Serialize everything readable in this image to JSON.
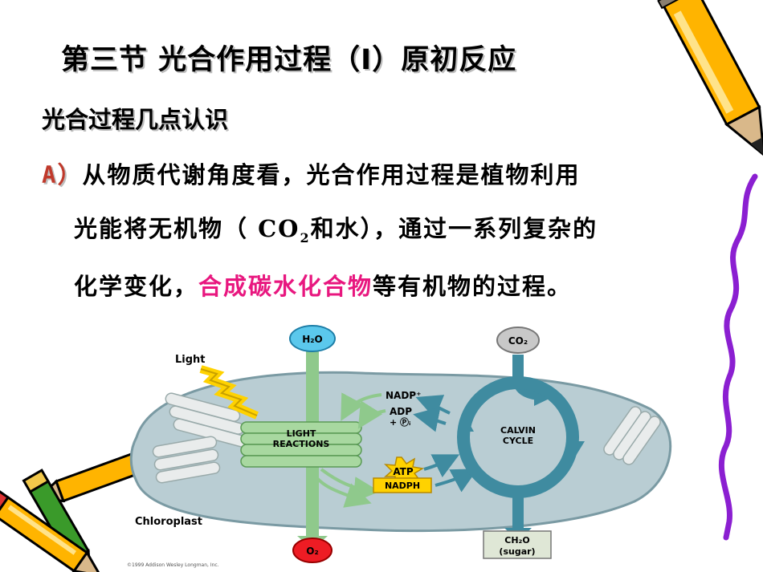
{
  "slide": {
    "title": "第三节  光合作用过程（Ⅰ）原初反应",
    "subtitle": "光合过程几点认识",
    "point_marker": "A）",
    "line1_text": "从物质代谢角度看，光合作用过程是植物利用",
    "line2_pre": "光能将无机物（ CO",
    "line2_sub": "2",
    "line2_post": "和水），通过一系列复杂的",
    "line3_pre": "化学变化，",
    "line3_highlight": "合成碳水化合物",
    "line3_post": "等有机物的过程。"
  },
  "diagram": {
    "h2o": "H₂O",
    "co2": "CO₂",
    "light": "Light",
    "nadp_plus": "NADP⁺",
    "adp": "ADP",
    "pi": "+ Ⓟᵢ",
    "light_reactions_1": "LIGHT",
    "light_reactions_2": "REACTIONS",
    "calvin_1": "CALVIN",
    "calvin_2": "CYCLE",
    "atp": "ATP",
    "nadph": "NADPH",
    "chloroplast": "Chloroplast",
    "o2": "O₂",
    "ch2o": "CH₂O",
    "sugar": "(sugar)",
    "copyright": "©1999 Addison Wesley Longman, Inc."
  },
  "colors": {
    "highlight": "#e8177f",
    "marker": "#c0392b",
    "chloroplast_fill": "#b9cdd3",
    "membrane": "#8fc98c",
    "calvin_arrow": "#3f8ba0",
    "h2o_fill": "#5bc8ec",
    "o2_fill": "#ee1c24",
    "atp_fill": "#ffd200",
    "co2_fill": "#c8c8c8",
    "pencil_yellow": "#ffb400"
  },
  "icons": [
    "pencil-icon",
    "lightning-icon"
  ]
}
